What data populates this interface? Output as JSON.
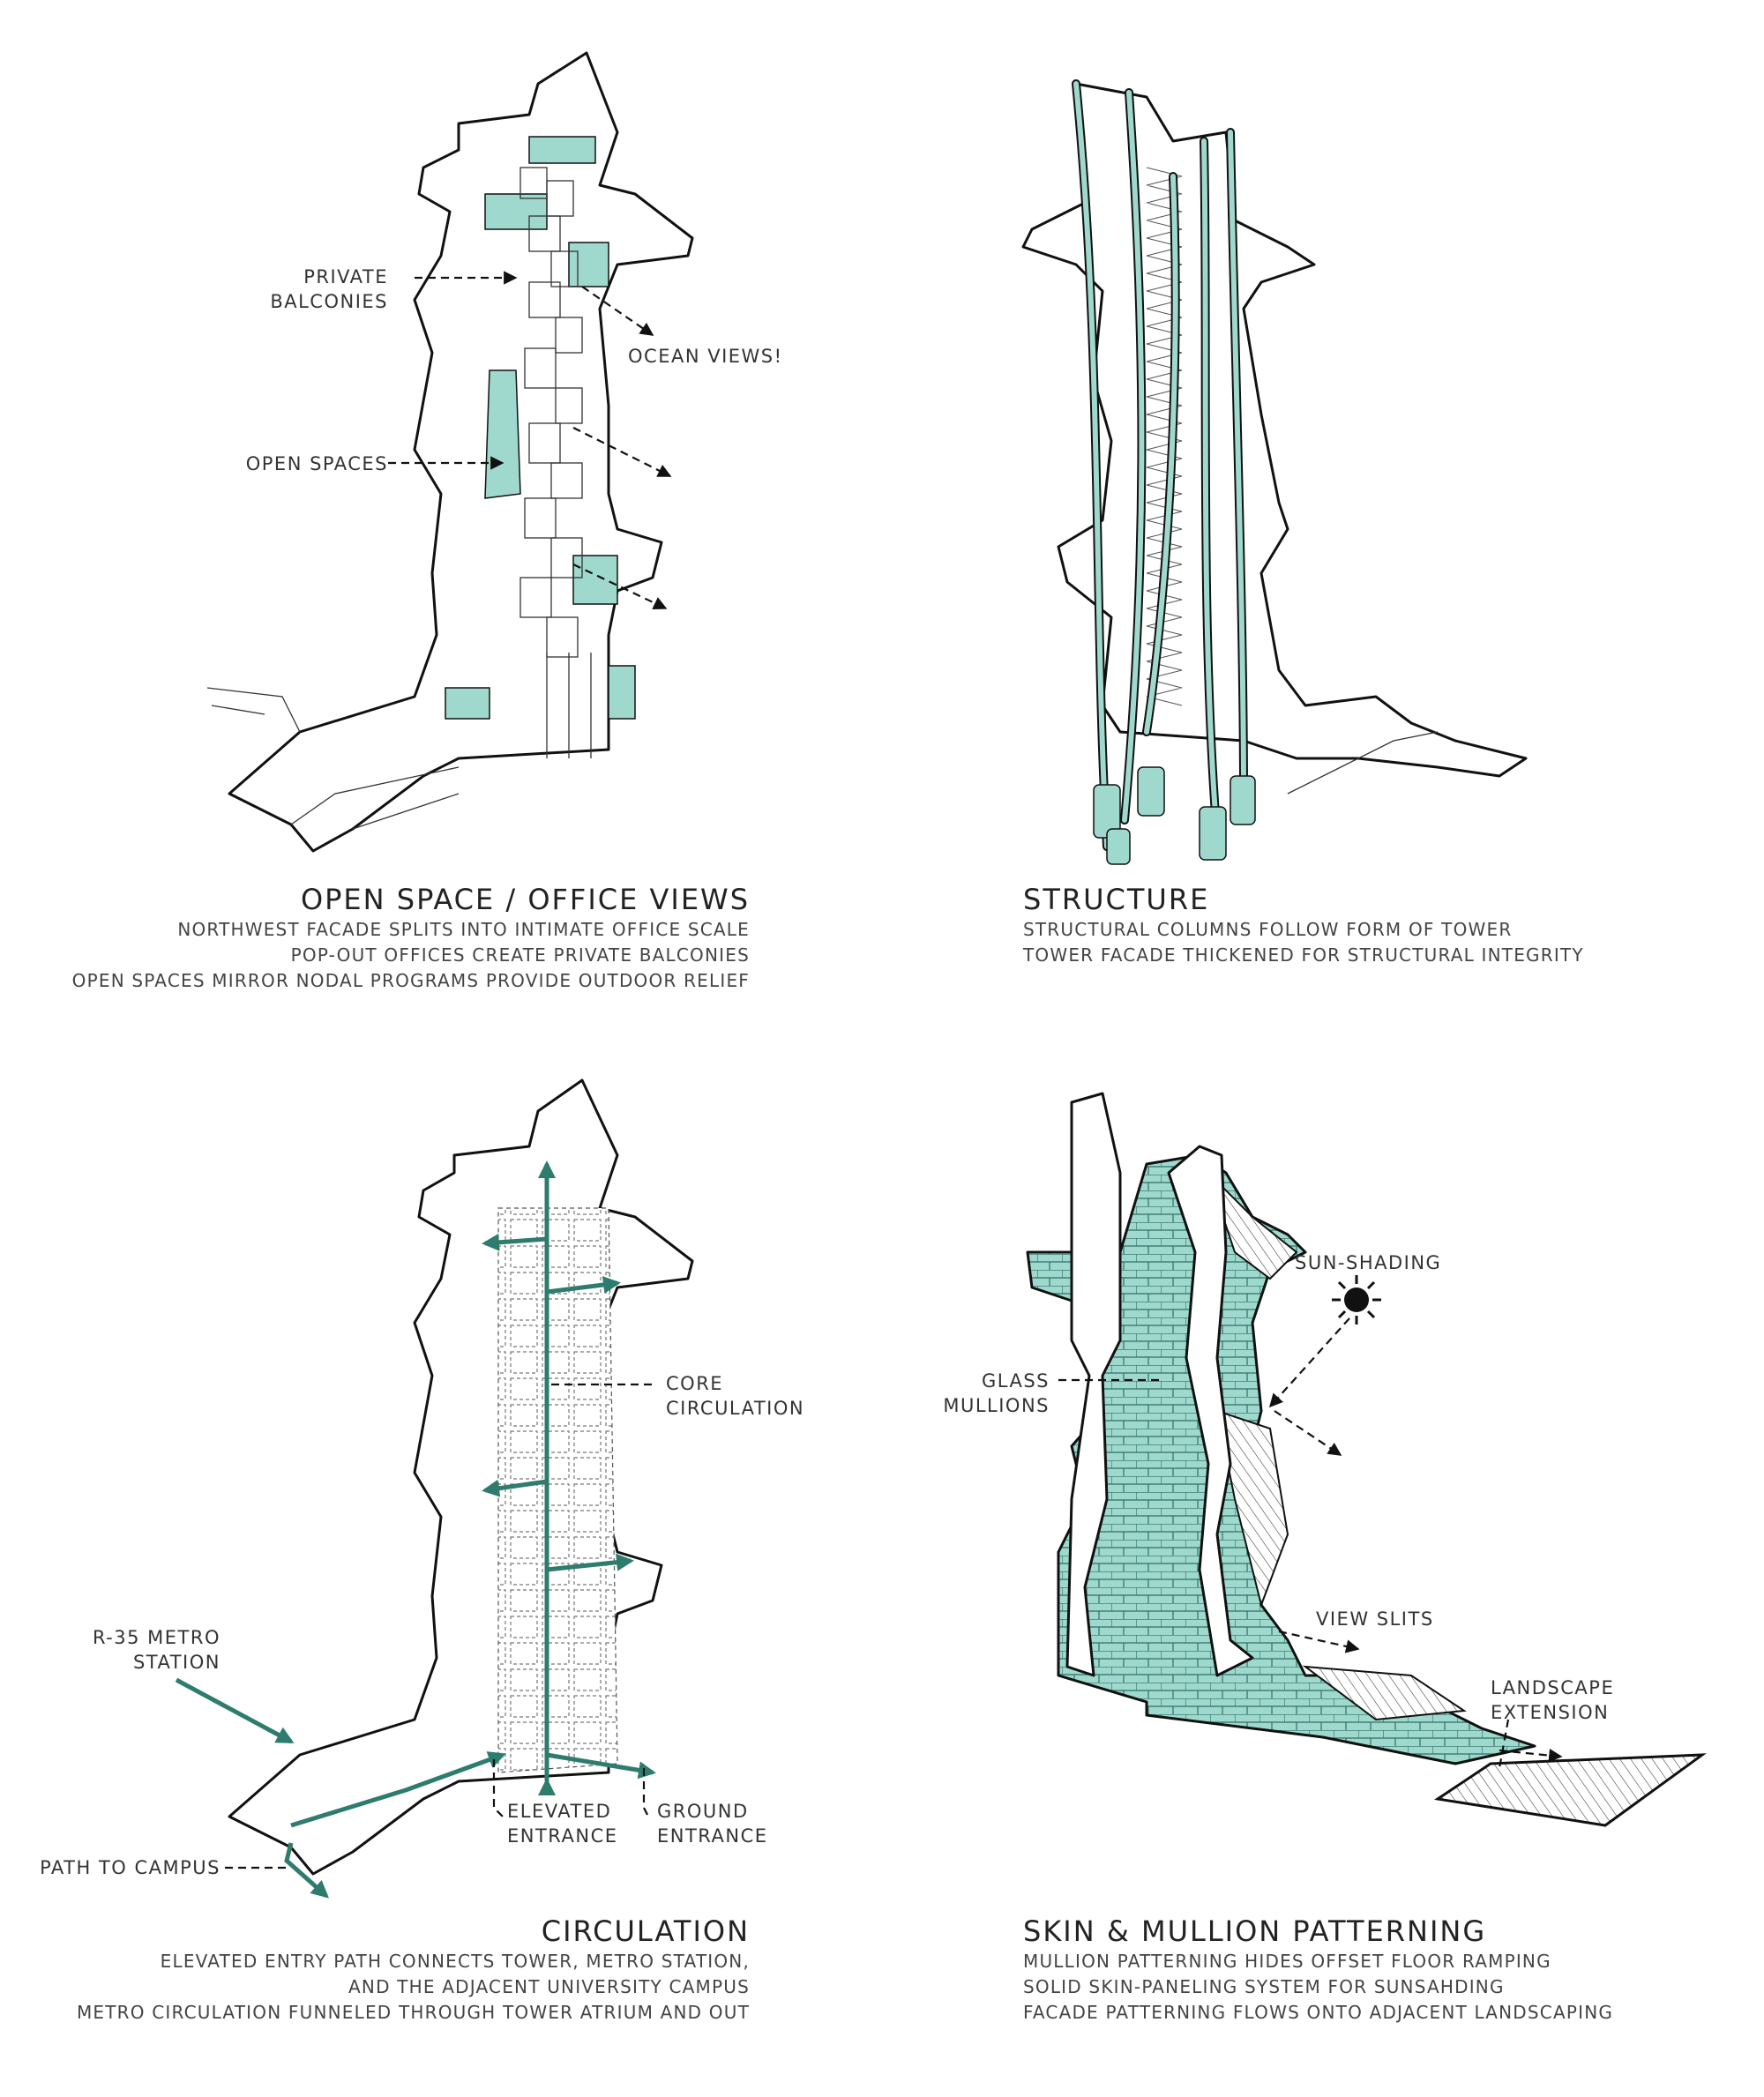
{
  "panels": {
    "open_space": {
      "title": "OPEN SPACE / OFFICE VIEWS",
      "lines": [
        "NORTHWEST FACADE SPLITS INTO INTIMATE OFFICE SCALE",
        "POP-OUT OFFICES CREATE PRIVATE BALCONIES",
        "OPEN SPACES MIRROR NODAL PROGRAMS PROVIDE OUTDOOR RELIEF"
      ],
      "labels": {
        "balconies_1": "PRIVATE",
        "balconies_2": "BALCONIES",
        "ocean": "OCEAN VIEWS!",
        "open_spaces": "OPEN SPACES"
      }
    },
    "structure": {
      "title": "STRUCTURE",
      "lines": [
        "STRUCTURAL COLUMNS FOLLOW FORM OF TOWER",
        "TOWER FACADE THICKENED FOR STRUCTURAL INTEGRITY"
      ]
    },
    "circulation": {
      "title": "CIRCULATION",
      "lines": [
        "ELEVATED ENTRY PATH CONNECTS TOWER, METRO STATION,",
        "AND THE ADJACENT UNIVERSITY CAMPUS",
        "METRO CIRCULATION FUNNELED THROUGH TOWER ATRIUM AND OUT"
      ],
      "labels": {
        "metro_1": "R-35 METRO",
        "metro_2": "STATION",
        "core_1": "CORE",
        "core_2": "CIRCULATION",
        "elev_1": "ELEVATED",
        "elev_2": "ENTRANCE",
        "ground_1": "GROUND",
        "ground_2": "ENTRANCE",
        "campus": "PATH TO CAMPUS"
      }
    },
    "skin": {
      "title": "SKIN & MULLION PATTERNING",
      "lines": [
        "MULLION PATTERNING HIDES OFFSET FLOOR RAMPING",
        "SOLID SKIN-PANELING SYSTEM FOR SUNSAHDING",
        "FACADE PATTERNING FLOWS ONTO ADJACENT LANDSCAPING"
      ],
      "labels": {
        "sun": "SUN-SHADING",
        "glass_1": "GLASS",
        "glass_2": "MULLIONS",
        "slits": "VIEW SLITS",
        "land_1": "LANDSCAPE",
        "land_2": "EXTENSION"
      }
    }
  },
  "colors": {
    "teal": "#9fd9cd",
    "teal_dark": "#2e7c6e",
    "ink": "#111111"
  }
}
